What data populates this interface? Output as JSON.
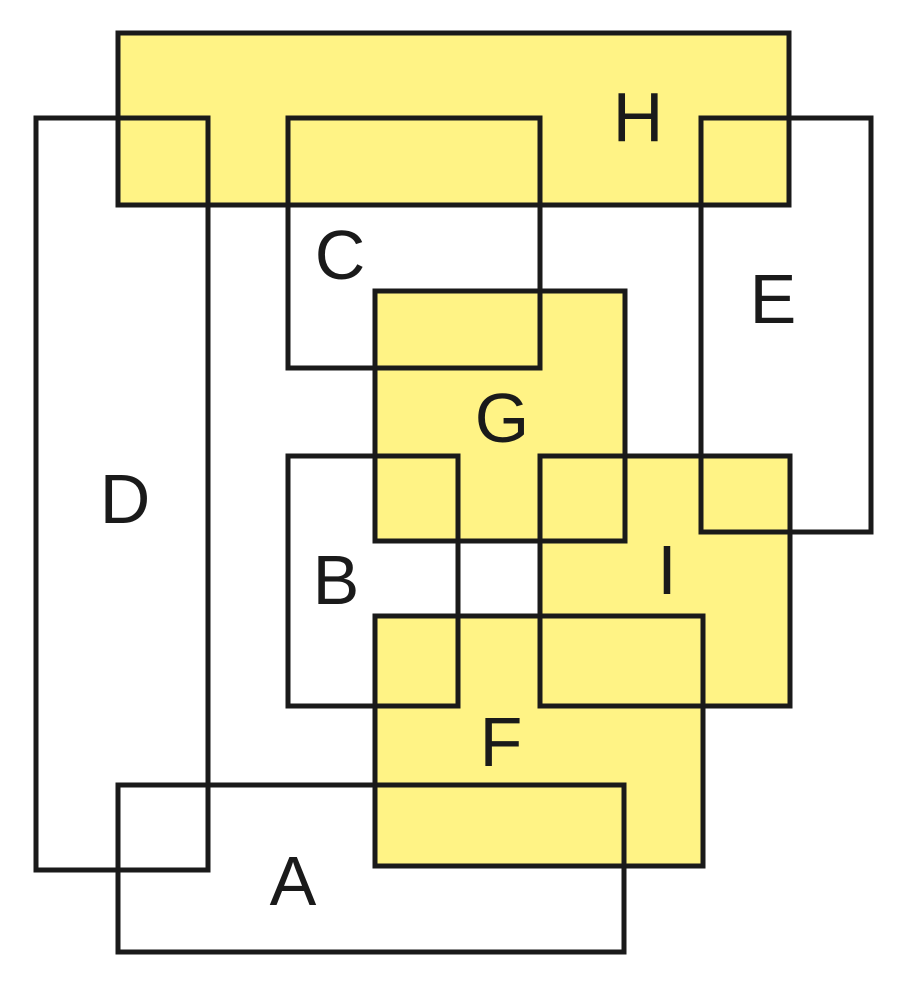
{
  "colors": {
    "highlight": "#FFF385",
    "outline": "#1A1A1A",
    "background": "#FFFFFF"
  },
  "rectangles": [
    {
      "id": "H",
      "label": "H",
      "highlighted": true
    },
    {
      "id": "D",
      "label": "D",
      "highlighted": false
    },
    {
      "id": "C",
      "label": "C",
      "highlighted": false
    },
    {
      "id": "E",
      "label": "E",
      "highlighted": false
    },
    {
      "id": "G",
      "label": "G",
      "highlighted": true
    },
    {
      "id": "B",
      "label": "B",
      "highlighted": false
    },
    {
      "id": "I",
      "label": "I",
      "highlighted": true
    },
    {
      "id": "F",
      "label": "F",
      "highlighted": true
    },
    {
      "id": "A",
      "label": "A",
      "highlighted": false
    }
  ]
}
